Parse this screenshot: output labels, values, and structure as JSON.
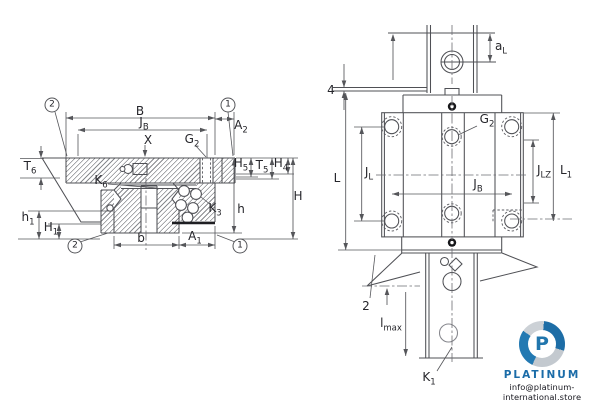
{
  "section_view": {
    "labels": {
      "B": {
        "main": "B"
      },
      "JB": {
        "main": "J",
        "sub": "B"
      },
      "A2": {
        "main": "A",
        "sub": "2"
      },
      "X": {
        "main": "X"
      },
      "G2": {
        "main": "G",
        "sub": "2"
      },
      "T6": {
        "main": "T",
        "sub": "6"
      },
      "K6": {
        "main": "K",
        "sub": "6"
      },
      "K3": {
        "main": "K",
        "sub": "3"
      },
      "H5": {
        "main": "H",
        "sub": "5"
      },
      "T5": {
        "main": "T",
        "sub": "5"
      },
      "H4": {
        "main": "H",
        "sub": "4"
      },
      "H": {
        "main": "H"
      },
      "h": {
        "main": "h"
      },
      "h1": {
        "main": "h",
        "sub": "1"
      },
      "H1": {
        "main": "H",
        "sub": "1"
      },
      "b": {
        "main": "b"
      },
      "A1": {
        "main": "A",
        "sub": "1"
      }
    }
  },
  "front_view": {
    "labels": {
      "aL": {
        "main": "a",
        "sub": "L"
      },
      "n4": {
        "main": "4"
      },
      "L": {
        "main": "L"
      },
      "JL": {
        "main": "J",
        "sub": "L"
      },
      "G2": {
        "main": "G",
        "sub": "2"
      },
      "JB": {
        "main": "J",
        "sub": "B"
      },
      "JLZ": {
        "main": "J",
        "sub": "LZ"
      },
      "L1": {
        "main": "L",
        "sub": "1"
      },
      "n2": {
        "main": "2"
      },
      "lmax": {
        "main": "l",
        "sub": "max"
      },
      "K1": {
        "main": "K",
        "sub": "1"
      }
    }
  },
  "callouts": {
    "one": "1",
    "two": "2"
  },
  "watermark": {
    "brand": "PLATINUM",
    "email": "info@platinum-international.store",
    "logo_letter": "P",
    "accent_blue": "#1b6ca8",
    "logo_gray": "#c9ced3"
  }
}
